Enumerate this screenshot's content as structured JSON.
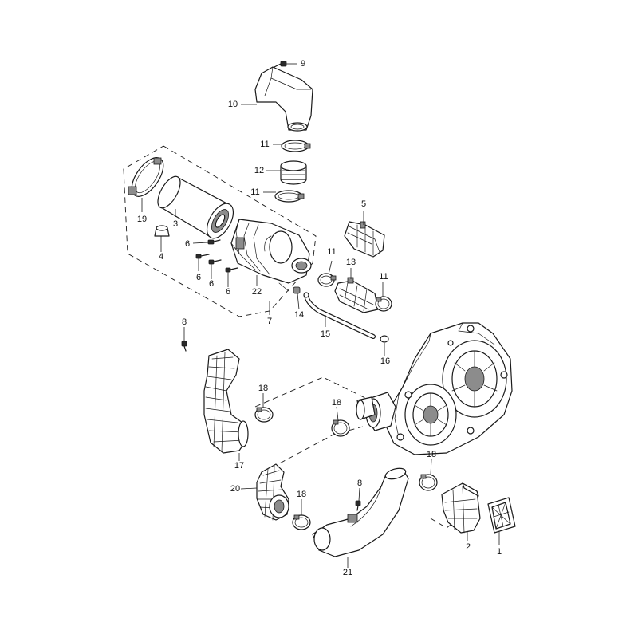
{
  "callouts": {
    "c1": "1",
    "c2": "2",
    "c3": "3",
    "c4": "4",
    "c5": "5",
    "c6a": "6",
    "c6b": "6",
    "c6c": "6",
    "c6d": "6",
    "c7": "7",
    "c8a": "8",
    "c8b": "8",
    "c9": "9",
    "c10": "10",
    "c11a": "11",
    "c11b": "11",
    "c11c": "11",
    "c11d": "11",
    "c12": "12",
    "c13": "13",
    "c14": "14",
    "c15": "15",
    "c16": "16",
    "c17": "17",
    "c18a": "18",
    "c18b": "18",
    "c18c": "18",
    "c18d": "18",
    "c19": "19",
    "c20": "20",
    "c21": "21",
    "c22": "22"
  }
}
